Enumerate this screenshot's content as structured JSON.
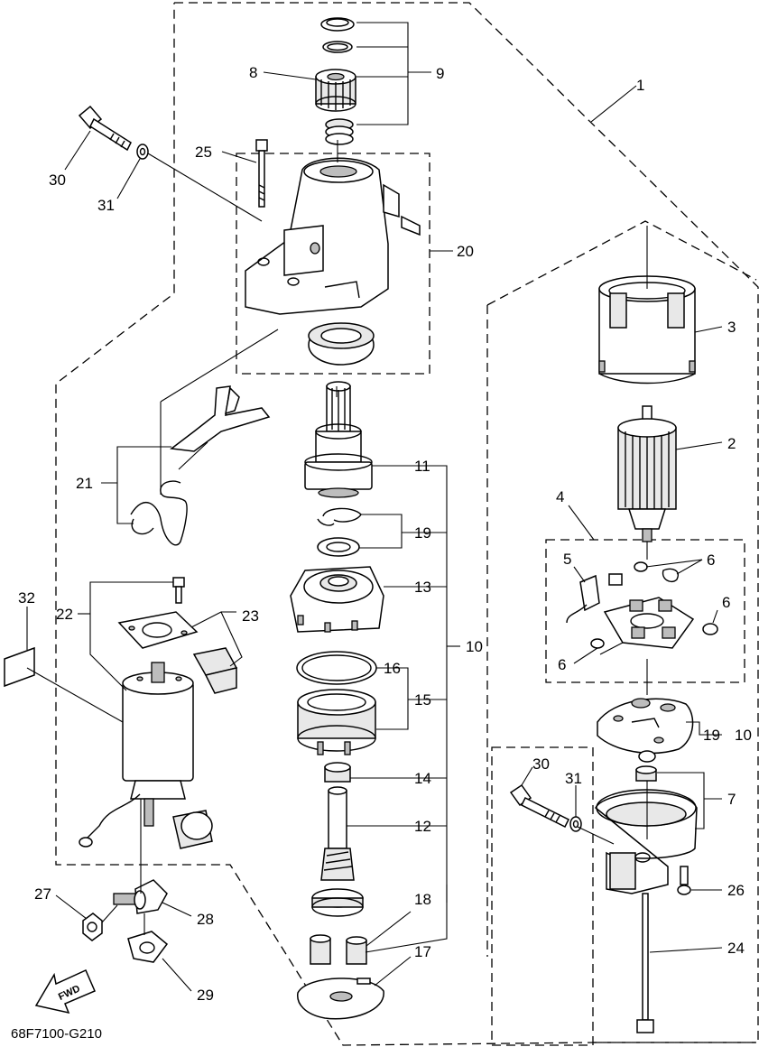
{
  "figure": {
    "code": "68F7100-G210",
    "fwd_label": "FWD"
  },
  "callouts": {
    "c1": "1",
    "c2": "2",
    "c3": "3",
    "c4": "4",
    "c5": "5",
    "c6a": "6",
    "c6b": "6",
    "c6c": "6",
    "c7": "7",
    "c8": "8",
    "c9": "9",
    "c10a": "10",
    "c10b": "10",
    "c11": "11",
    "c12": "12",
    "c13": "13",
    "c14": "14",
    "c15": "15",
    "c16": "16",
    "c17": "17",
    "c18": "18",
    "c19a": "19",
    "c19b": "19",
    "c20": "20",
    "c21": "21",
    "c22": "22",
    "c23": "23",
    "c24": "24",
    "c25": "25",
    "c26": "26",
    "c27": "27",
    "c28": "28",
    "c29": "29",
    "c30a": "30",
    "c30b": "30",
    "c31a": "31",
    "c31b": "31",
    "c32": "32"
  }
}
